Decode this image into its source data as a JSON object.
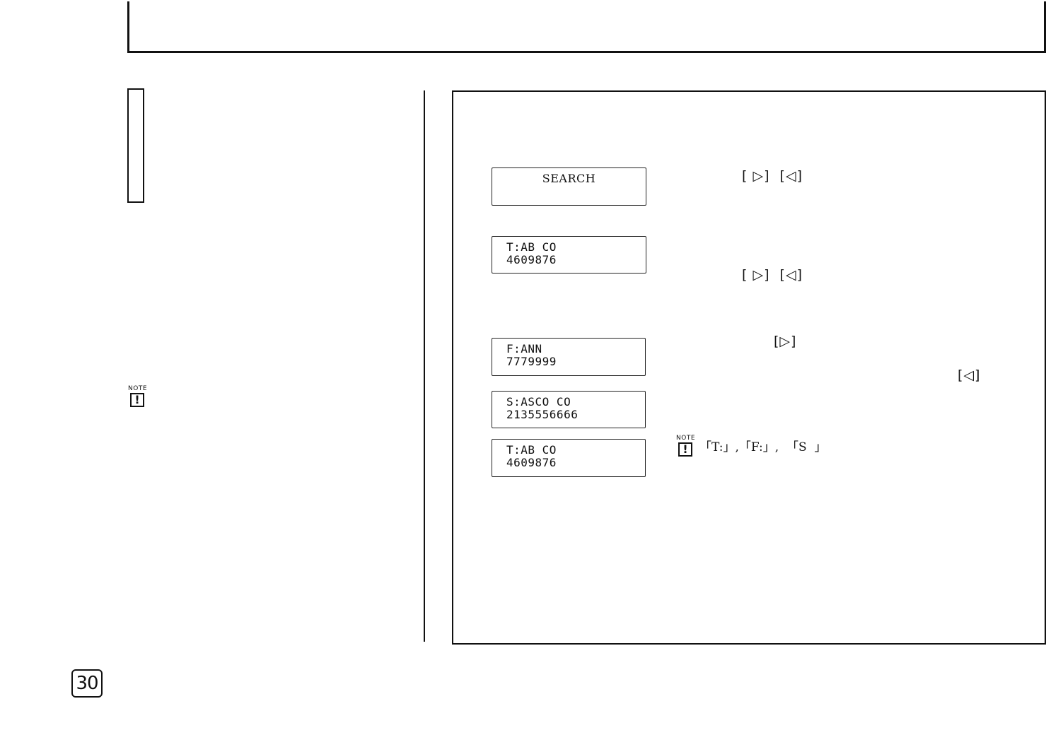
{
  "page_number": "30",
  "note_label": "NOTE",
  "note_icon": "exclamation-icon",
  "displays": [
    {
      "line1": "SEARCH",
      "line2": ""
    },
    {
      "line1": "T:AB CO",
      "line2": "4609876"
    },
    {
      "line1": "F:ANN",
      "line2": "7779999"
    },
    {
      "line1": "S:ASCO CO",
      "line2": "2135556666"
    },
    {
      "line1": "T:AB CO",
      "line2": "4609876"
    }
  ],
  "key_refs": {
    "step1": "[ ▷]  [◁]",
    "step2": "[ ▷]  [◁]",
    "step3_next": "[▷]",
    "step3_prev": "[◁]"
  },
  "note_codes": "「T:」,「F:」,  「S  」"
}
